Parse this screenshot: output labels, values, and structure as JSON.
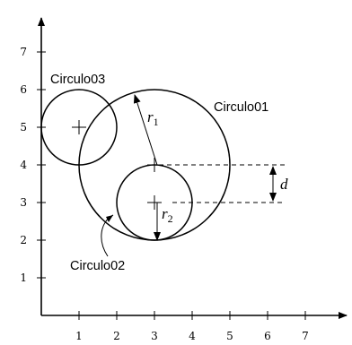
{
  "axes": {
    "x_ticks": [
      "1",
      "2",
      "3",
      "4",
      "5",
      "6",
      "7"
    ],
    "y_ticks": [
      "1",
      "2",
      "3",
      "4",
      "5",
      "6",
      "7"
    ]
  },
  "circles": [
    {
      "name": "Circulo01",
      "cx": 3,
      "cy": 4,
      "r": 2
    },
    {
      "name": "Circulo02",
      "cx": 3,
      "cy": 3,
      "r": 1
    },
    {
      "name": "Circulo03",
      "cx": 1,
      "cy": 5,
      "r": 1
    }
  ],
  "labels": {
    "circle01": "Circulo01",
    "circle02": "Circulo02",
    "circle03": "Circulo03",
    "r1_main": "r",
    "r1_sub": "1",
    "r2_main": "r",
    "r2_sub": "2",
    "d": "d"
  }
}
